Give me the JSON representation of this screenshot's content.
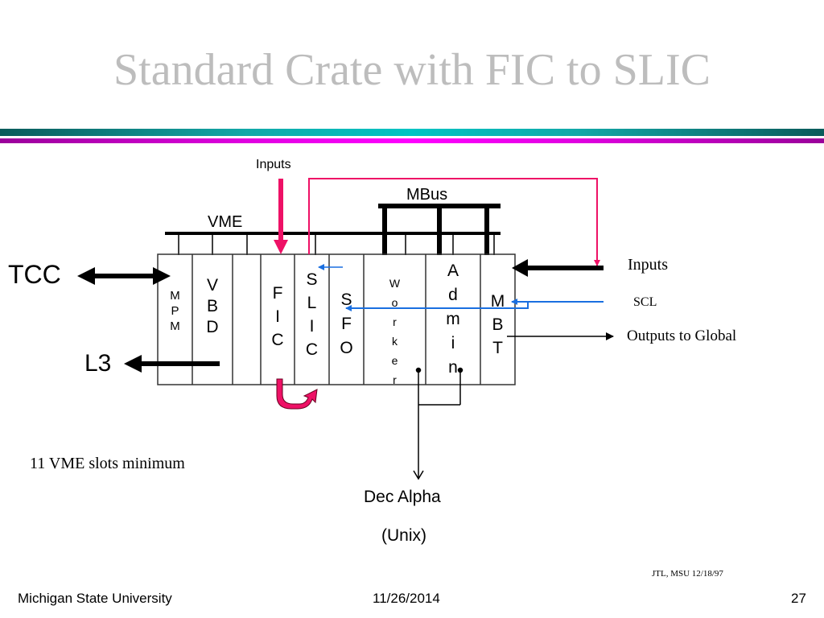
{
  "slide": {
    "title": "Standard Crate with FIC to SLIC",
    "accent_colors": {
      "teal_bar": "#00c4c4",
      "magenta_bar": "#ff00ff",
      "signal_pink": "#ee1166",
      "scl_blue": "#1a6fe0",
      "title_gray": "#bdbdbd"
    }
  },
  "diagram": {
    "inputs_top_label": "Inputs",
    "mbus_label": "MBus",
    "vme_label": "VME",
    "tcc_label": "TCC",
    "l3_label": "L3",
    "modules": [
      {
        "id": "mpm",
        "text": "M\nP\nM"
      },
      {
        "id": "vbd",
        "text": "V\nB\nD"
      },
      {
        "id": "empty",
        "text": ""
      },
      {
        "id": "fic",
        "text": "F\nI\nC"
      },
      {
        "id": "slic",
        "text": "S\nL\nI\nC"
      },
      {
        "id": "sfo",
        "text": "S\nF\nO"
      },
      {
        "id": "worker",
        "text": "W\no\nr\nk\ne\nr"
      },
      {
        "id": "admin",
        "text": "A\nd\nm\ni\nn"
      },
      {
        "id": "mbt",
        "text": "M\nB\nT"
      }
    ],
    "right_labels": {
      "inputs": "Inputs",
      "scl": "SCL",
      "outputs": "Outputs to Global"
    },
    "slots_note": "11 VME slots minimum",
    "dec_alpha": "Dec Alpha",
    "unix": "(Unix)"
  },
  "credit": "JTL, MSU 12/18/97",
  "footer": {
    "left": "Michigan State University",
    "center": "11/26/2014",
    "page": "27"
  }
}
